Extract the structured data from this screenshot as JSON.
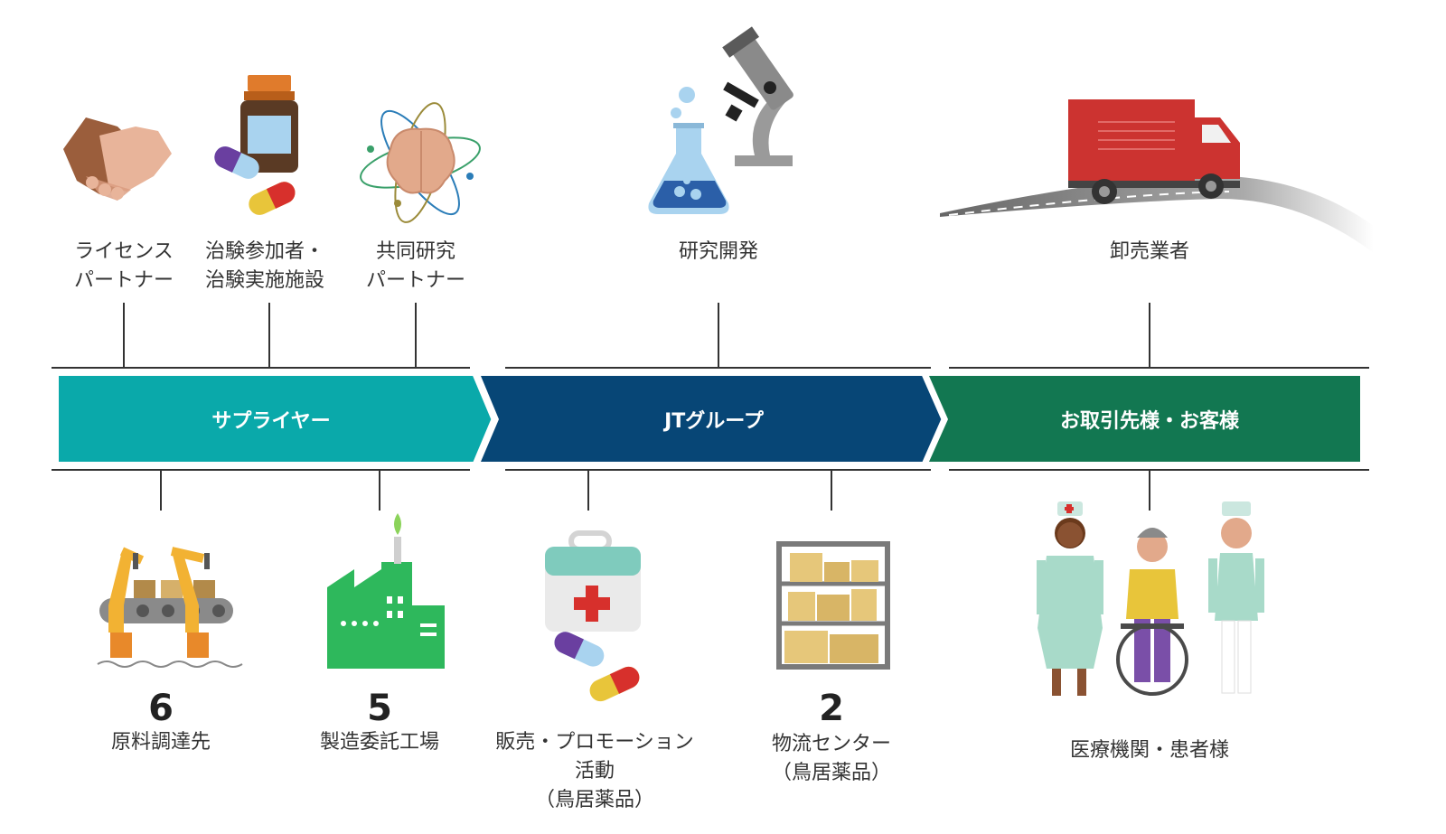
{
  "bands": [
    {
      "label": "サプライヤー",
      "color": "#0aa9aa"
    },
    {
      "label": "JTグループ",
      "color": "#074676"
    },
    {
      "label": "お取引先様・お客様",
      "color": "#127751"
    }
  ],
  "top_labels": {
    "license": "ライセンス\nパートナー",
    "clinical": "治験参加者・\n治験実施施設",
    "research": "共同研究\nパートナー",
    "rnd": "研究開発",
    "wholesale": "卸売業者"
  },
  "bottom_labels": {
    "raw": "原料調達先",
    "contract": "製造委託工場",
    "sales": "販売・プロモーション\n活動\n（鳥居薬品）",
    "logistics": "物流センター\n（鳥居薬品）",
    "medical": "医療機関・患者様"
  },
  "counts": {
    "raw": "6",
    "contract": "5",
    "logistics": "2"
  },
  "icons": [
    "handshake-icon",
    "medicine-bottle-icon",
    "atom-brain-icon",
    "flask-microscope-icon",
    "delivery-truck-icon",
    "robot-arm-factory-icon",
    "factory-icon",
    "first-aid-kit-icon",
    "warehouse-shelf-icon",
    "medical-staff-patient-icon"
  ]
}
